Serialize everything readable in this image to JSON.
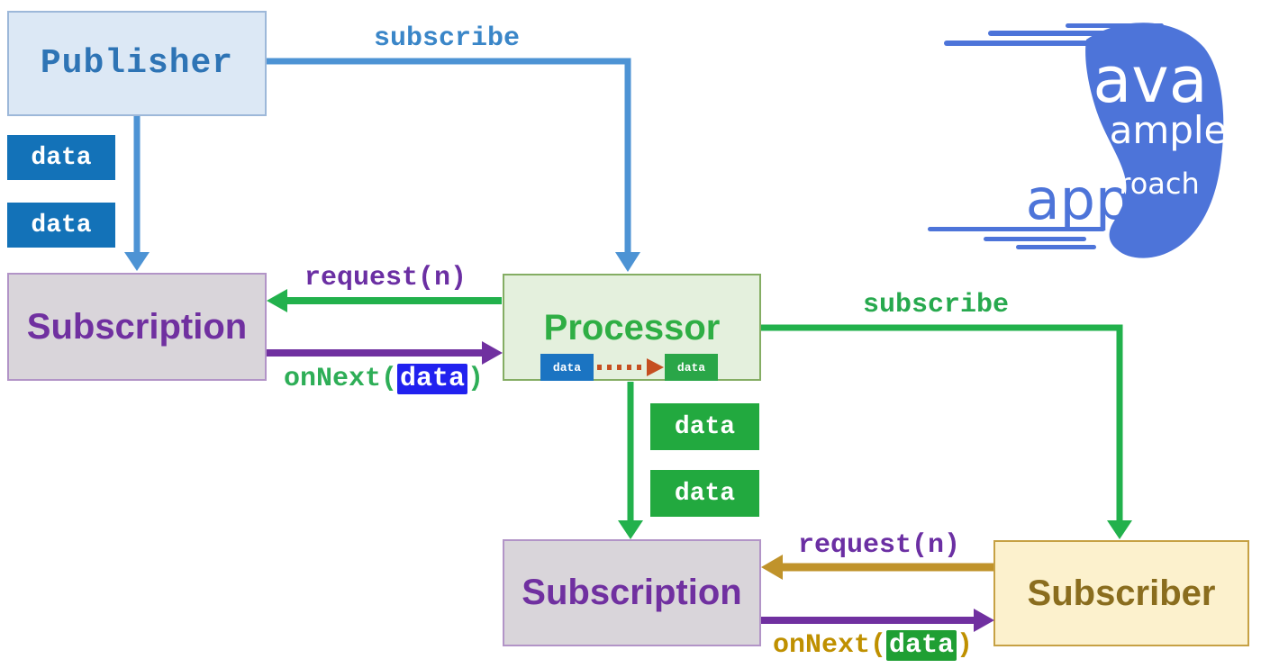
{
  "diagram": {
    "publisher": "Publisher",
    "subscription_left": "Subscription",
    "processor": "Processor",
    "subscription_bottom": "Subscription",
    "subscriber": "Subscriber",
    "token": "data",
    "labels": {
      "subscribe_publisher": "subscribe",
      "request_top": "request(n)",
      "onnext_open": "onNext(",
      "onnext_token": "data",
      "onnext_close": ")",
      "subscribe_processor": "subscribe",
      "request_bottom": "request(n)"
    }
  },
  "logo": {
    "ava": "ava",
    "ample": "ample",
    "app": "app",
    "roach": "roach"
  },
  "colors": {
    "blue_arrow": "#4d93d4",
    "blue_box_fill": "#dce8f5",
    "blue_box_border": "#9db8d9",
    "blue_text": "#2e74b5",
    "data_blue": "#1372b8",
    "green_arrow": "#22b14c",
    "green_box_fill": "#e4f0dd",
    "green_box_border": "#84ad63",
    "green_text": "#2fae44",
    "data_green": "#22a93f",
    "purple": "#7030a0",
    "purple_label": "#6b2fa3",
    "gray_box_fill": "#d9d5da",
    "gray_box_border": "#b294c7",
    "gold_arrow": "#c0932b",
    "gold_box_fill": "#fcf1cd",
    "gold_box_border": "#c6a144",
    "gold_text": "#8a6d1e",
    "gold_label": "#bf9000",
    "red_dotted": "#c54f21",
    "highlight_blue": "#2121ef",
    "highlight_green": "#1f9f33",
    "logo_blue": "#4d74d9"
  }
}
